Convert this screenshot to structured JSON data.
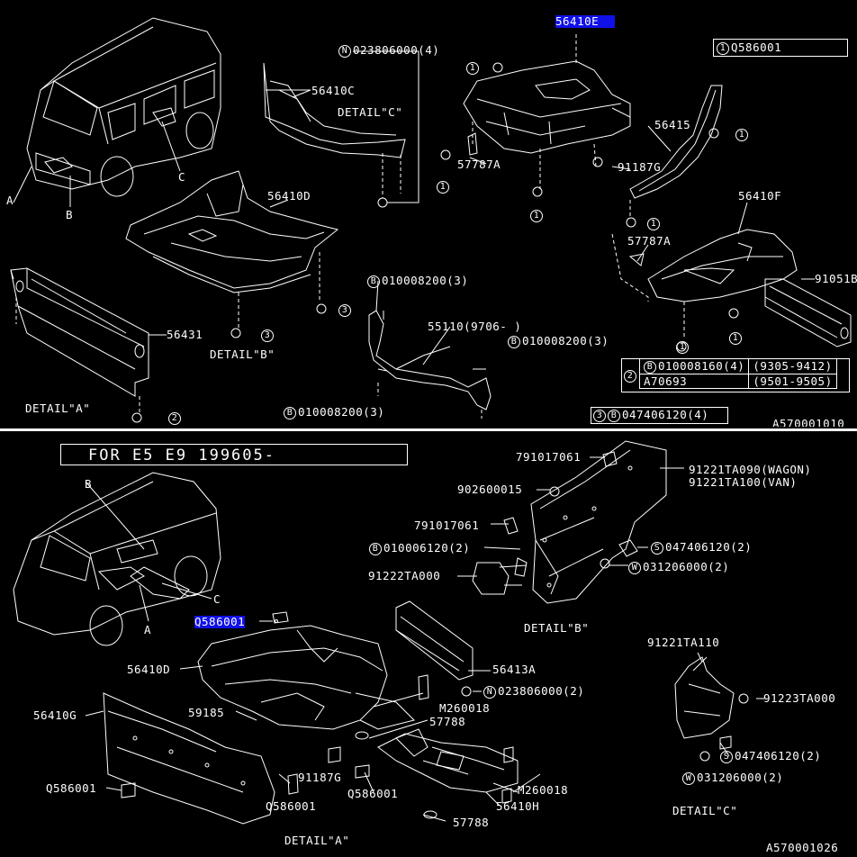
{
  "upper": {
    "header_ref": {
      "symbol": "1",
      "part": "Q586001"
    },
    "part_labels": {
      "p56410E": "56410E",
      "p56410C": "56410C",
      "p56410D": "56410D",
      "p56431": "56431",
      "p56415": "56415",
      "p56410F": "56410F",
      "p91051B": "91051B",
      "p91187G": "91187G",
      "p57787A_1": "57787A",
      "p57787A_2": "57787A",
      "p55110": "55110(9706-    )",
      "vA": "A",
      "vB": "B",
      "vC": "C"
    },
    "callouts": {
      "n023806000": {
        "symbol": "N",
        "part": "023806000(4)"
      },
      "b010008200_top": {
        "symbol": "B",
        "part": "010008200(3)"
      },
      "b010008200_mid": {
        "symbol": "B",
        "part": "010008200(3)"
      },
      "b010008200_bot": {
        "symbol": "B",
        "part": "010008200(3)"
      },
      "ref3_047406120": {
        "ref": "3",
        "symbol": "B",
        "part": "047406120(4)"
      }
    },
    "ref_marks": {
      "r1": "1",
      "r2": "2",
      "r3": "3"
    },
    "details": {
      "a": "DETAIL\"A\"",
      "b": "DETAIL\"B\"",
      "c": "DETAIL\"C\""
    },
    "table": {
      "ref": "2",
      "rows": [
        {
          "symbol": "B",
          "part": "010008160(4)",
          "range": "(9305-9412)"
        },
        {
          "symbol": "",
          "part": "A70693",
          "range": "(9501-9505)"
        }
      ]
    },
    "figure_code": "A570001010"
  },
  "lower": {
    "banner": "FOR E5 E9  199605-",
    "part_labels": {
      "p791017061_a": "791017061",
      "p791017061_b": "791017061",
      "p902600015": "902600015",
      "p91221TA090": "91221TA090(WAGON)",
      "p91221TA100": "91221TA100(VAN)",
      "p91222TA000": "91222TA000",
      "p56410D": "56410D",
      "p56410G": "56410G",
      "p59185": "59185",
      "p91187G": "91187G",
      "p56413A": "56413A",
      "pM260018_a": "M260018",
      "pM260018_b": "M260018",
      "p57788_a": "57788",
      "p57788_b": "57788",
      "p56410H": "56410H",
      "p91221TA110": "91221TA110",
      "p91223TA000": "91223TA000",
      "pQ586001_a": "Q586001",
      "pQ586001_b": "Q586001",
      "pQ586001_c": "Q586001",
      "pQ586001_hl": "Q586001",
      "vA": "A",
      "vB": "B",
      "vC": "C"
    },
    "callouts": {
      "b010006120": {
        "symbol": "B",
        "part": "010006120(2)"
      },
      "s047406120_b": {
        "symbol": "S",
        "part": "047406120(2)"
      },
      "w031206000_b": {
        "symbol": "W",
        "part": "031206000(2)"
      },
      "n023806000": {
        "symbol": "N",
        "part": "023806000(2)"
      },
      "s047406120_c": {
        "symbol": "S",
        "part": "047406120(2)"
      },
      "w031206000_c": {
        "symbol": "W",
        "part": "031206000(2)"
      }
    },
    "details": {
      "a": "DETAIL\"A\"",
      "b": "DETAIL\"B\"",
      "c": "DETAIL\"C\""
    },
    "figure_code": "A570001026"
  },
  "colors": {
    "background": "#000000",
    "line": "#ffffff",
    "highlight": "#1010e8"
  }
}
